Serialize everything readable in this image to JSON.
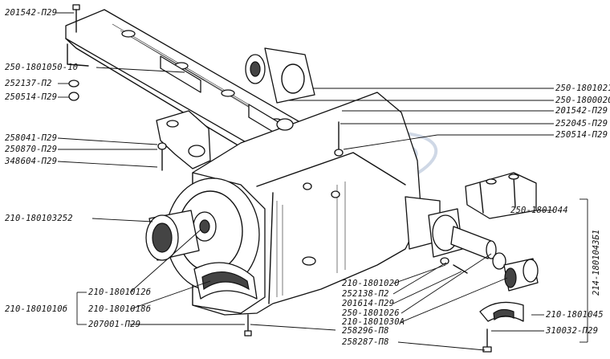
{
  "labels": {
    "l1": "201542-П29",
    "l2": "250-1801050-10",
    "l3": "252137-П2",
    "l4": "250514-П29",
    "l5": "258041-П29",
    "l6": "250870-П29",
    "l7": "348604-П29",
    "l8": "210-180103252",
    "l9": "210-1801012б",
    "l10": "210-1801010б",
    "l11": "210-1801018б",
    "l12": "207001-П29",
    "r1": "250-1801021",
    "r2": "250-1800020",
    "r3": "201542-П29",
    "r4": "252045-П29",
    "r5": "250514-П29",
    "r6": "250-1801044",
    "r7": "210-1801045",
    "r8": "310032-П29",
    "b1": "210-1801020",
    "b2": "252138-П2",
    "b3": "201614-П29",
    "b4": "250-1801026",
    "b5": "210-1801030А",
    "b6": "258296-П8",
    "b7": "258287-П8",
    "vertical": "214-1801043Б1"
  }
}
